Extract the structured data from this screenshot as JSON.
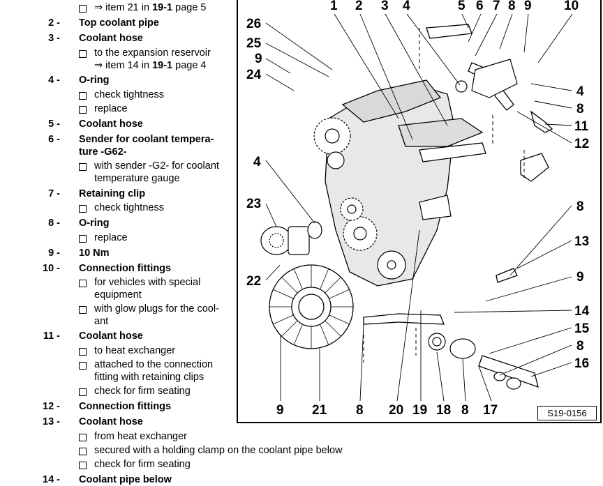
{
  "legend": {
    "item1_sub": "⇒ item 21 in ",
    "item1_ref": "19-1",
    "item1_page": " page 5",
    "items": [
      {
        "num": "2 -",
        "title": "Top coolant pipe"
      },
      {
        "num": "3 -",
        "title": "Coolant hose",
        "subs": [
          "to the expansion reservoir"
        ]
      },
      {
        "num": "4 -",
        "title": "O-ring",
        "subs": [
          "check tightness",
          "replace"
        ]
      },
      {
        "num": "5 -",
        "title": "Coolant hose"
      },
      {
        "num": "6 -",
        "title": "Sender for coolant tempera-",
        "title2": "ture -G62-",
        "subs": [
          "with sender -G2- for coolant"
        ],
        "sub_cont": "temperature gauge"
      },
      {
        "num": "7 -",
        "title": "Retaining clip",
        "subs": [
          "check tightness"
        ]
      },
      {
        "num": "8 -",
        "title": "O-ring",
        "subs": [
          "replace"
        ]
      },
      {
        "num": "9 -",
        "title": "10 Nm"
      },
      {
        "num": "10 -",
        "title": "Connection fittings",
        "subs": [
          "for vehicles with special",
          "with glow plugs for the cool-"
        ],
        "sub_conts": [
          "equipment",
          "ant"
        ]
      },
      {
        "num": "11 -",
        "title": "Coolant hose",
        "subs": [
          "to heat exchanger",
          "attached to the connection",
          "check for firm seating"
        ],
        "sub_conts": [
          "fitting with retaining clips"
        ]
      },
      {
        "num": "12 -",
        "title": "Connection fittings"
      },
      {
        "num": "13 -",
        "title": "Coolant hose",
        "subs": [
          "from heat exchanger",
          "secured with a holding clamp on the coolant pipe below",
          "check for firm seating"
        ]
      },
      {
        "num": "14 -",
        "title": "Coolant pipe below"
      }
    ],
    "item3_ref_text": "⇒ item 14 in ",
    "item3_ref": "19-1",
    "item3_page": " page 4"
  },
  "figure": {
    "callouts_top": [
      "1",
      "2",
      "3",
      "4",
      "5",
      "6",
      "7",
      "8",
      "9",
      "10"
    ],
    "callouts_left": [
      "26",
      "25",
      "9",
      "24",
      "4",
      "23",
      "22"
    ],
    "callouts_right": [
      "4",
      "8",
      "11",
      "12",
      "8",
      "13",
      "9",
      "14",
      "15",
      "8",
      "16"
    ],
    "callouts_bottom": [
      "9",
      "21",
      "8",
      "20",
      "19",
      "18",
      "8",
      "17"
    ],
    "figure_id": "S19-0156"
  }
}
